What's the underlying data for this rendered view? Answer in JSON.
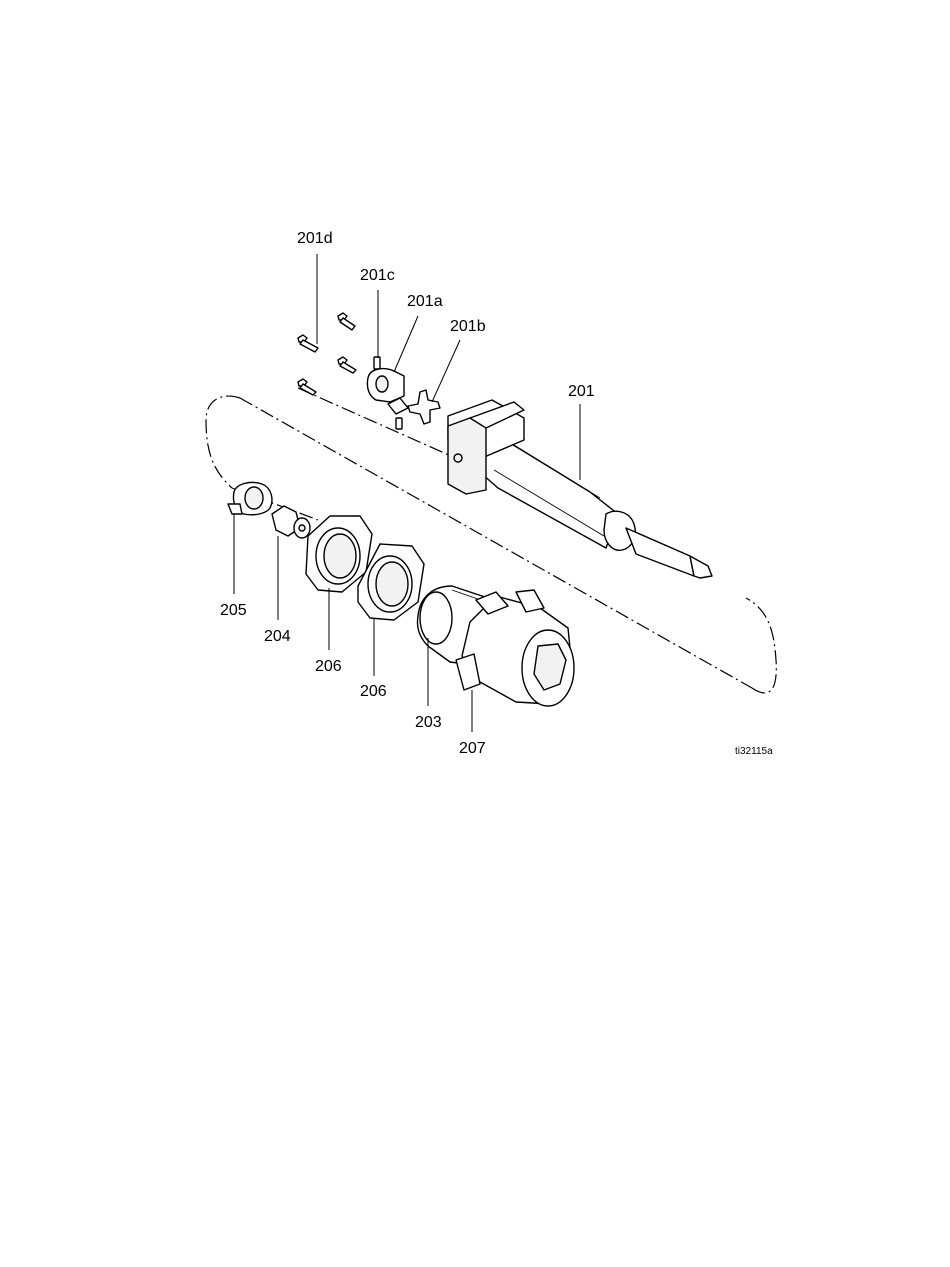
{
  "callouts": {
    "c201d": "201d",
    "c201c": "201c",
    "c201a": "201a",
    "c201b": "201b",
    "c201": "201",
    "c205": "205",
    "c204": "204",
    "c206_upper": "206",
    "c206_lower": "206",
    "c203": "203",
    "c207": "207"
  },
  "figure_id": "ti32115a"
}
